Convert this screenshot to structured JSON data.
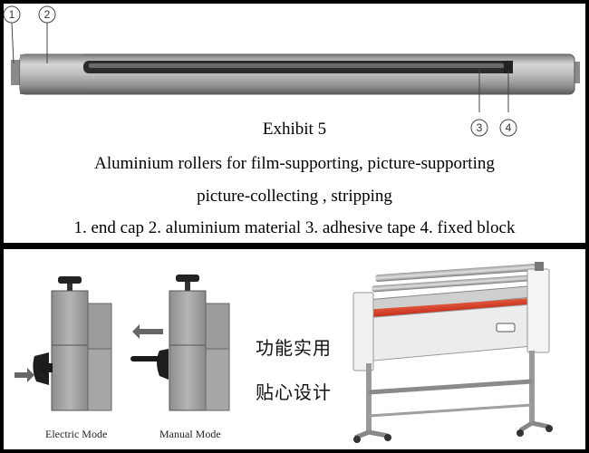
{
  "exhibit": {
    "title": "Exhibit 5",
    "line1": "Aluminium rollers for film-supporting, picture-supporting",
    "line2": "picture-collecting , stripping",
    "line3": "1. end cap 2. aluminium material 3. adhesive tape 4. fixed block"
  },
  "callouts": [
    "1",
    "2",
    "3",
    "4"
  ],
  "modes": {
    "electric": "Electric Mode",
    "manual": "Manual Mode"
  },
  "chinese": {
    "line1": "功能实用",
    "line2": "贴心设计"
  },
  "colors": {
    "border": "#000000",
    "roller": "#a8a8a8",
    "roll_red": "#c8321e"
  }
}
